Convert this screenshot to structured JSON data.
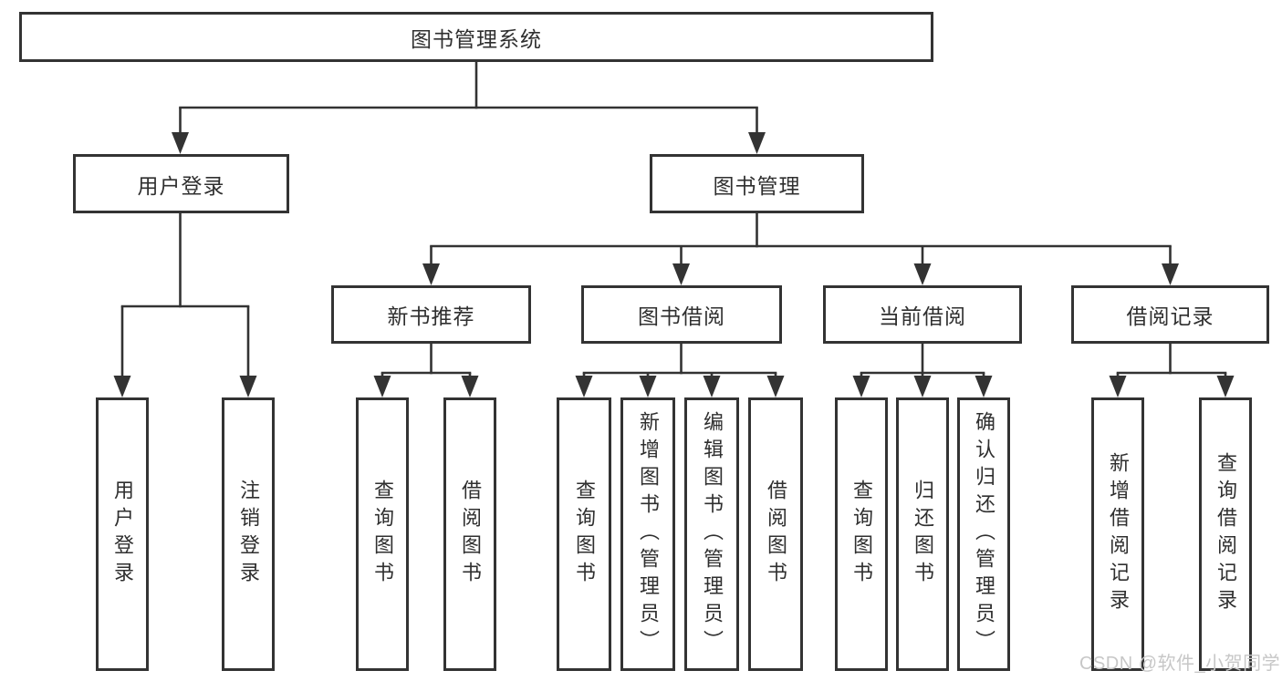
{
  "diagram_title": "图书管理系统",
  "tree": {
    "label": "图书管理系统",
    "children": [
      {
        "label": "用户登录",
        "children": [
          {
            "label": "用户登录"
          },
          {
            "label": "注销登录"
          }
        ]
      },
      {
        "label": "图书管理",
        "children": [
          {
            "label": "新书推荐",
            "children": [
              {
                "label": "查询图书"
              },
              {
                "label": "借阅图书"
              }
            ]
          },
          {
            "label": "图书借阅",
            "children": [
              {
                "label": "查询图书"
              },
              {
                "label": "新增图书（管理员）"
              },
              {
                "label": "编辑图书（管理员）"
              },
              {
                "label": "借阅图书"
              }
            ]
          },
          {
            "label": "当前借阅",
            "children": [
              {
                "label": "查询图书"
              },
              {
                "label": "归还图书"
              },
              {
                "label": "确认归还（管理员）"
              }
            ]
          },
          {
            "label": "借阅记录",
            "children": [
              {
                "label": "新增借阅记录"
              },
              {
                "label": "查询借阅记录"
              }
            ]
          }
        ]
      }
    ]
  },
  "watermark": {
    "text": "CSDN @软件_小贺同学"
  },
  "colors": {
    "line": "#333333",
    "box_border": "#333333",
    "text": "#2f2f2f",
    "watermark": "#c7c7c7",
    "background": "#ffffff"
  }
}
